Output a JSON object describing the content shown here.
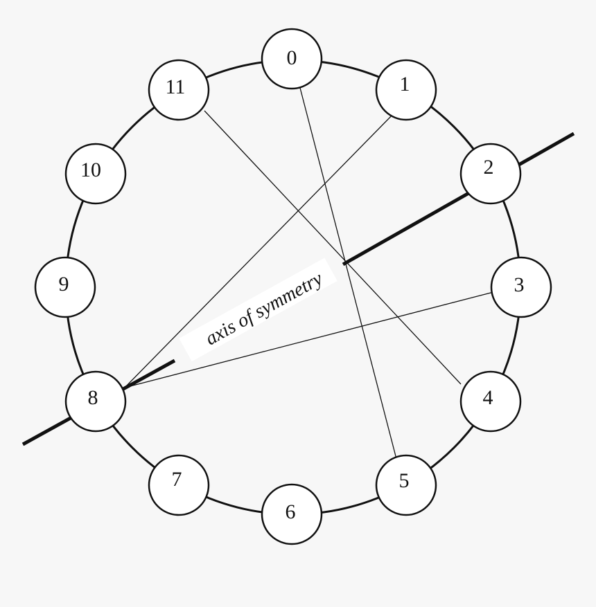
{
  "diagram": {
    "nodes": [
      {
        "id": 0,
        "label": "0"
      },
      {
        "id": 1,
        "label": "1"
      },
      {
        "id": 2,
        "label": "2"
      },
      {
        "id": 3,
        "label": "3"
      },
      {
        "id": 4,
        "label": "4"
      },
      {
        "id": 5,
        "label": "5"
      },
      {
        "id": 6,
        "label": "6"
      },
      {
        "id": 7,
        "label": "7"
      },
      {
        "id": 8,
        "label": "8"
      },
      {
        "id": 9,
        "label": "9"
      },
      {
        "id": 10,
        "label": "10"
      },
      {
        "id": 11,
        "label": "11"
      }
    ],
    "edges": [
      {
        "from": 0,
        "to": 5
      },
      {
        "from": 11,
        "to": 4
      },
      {
        "from": 1,
        "to": 8
      },
      {
        "from": 3,
        "to": 8
      }
    ],
    "axis": {
      "label": "axis of symmetry",
      "through_nodes": [
        8,
        2
      ]
    }
  }
}
